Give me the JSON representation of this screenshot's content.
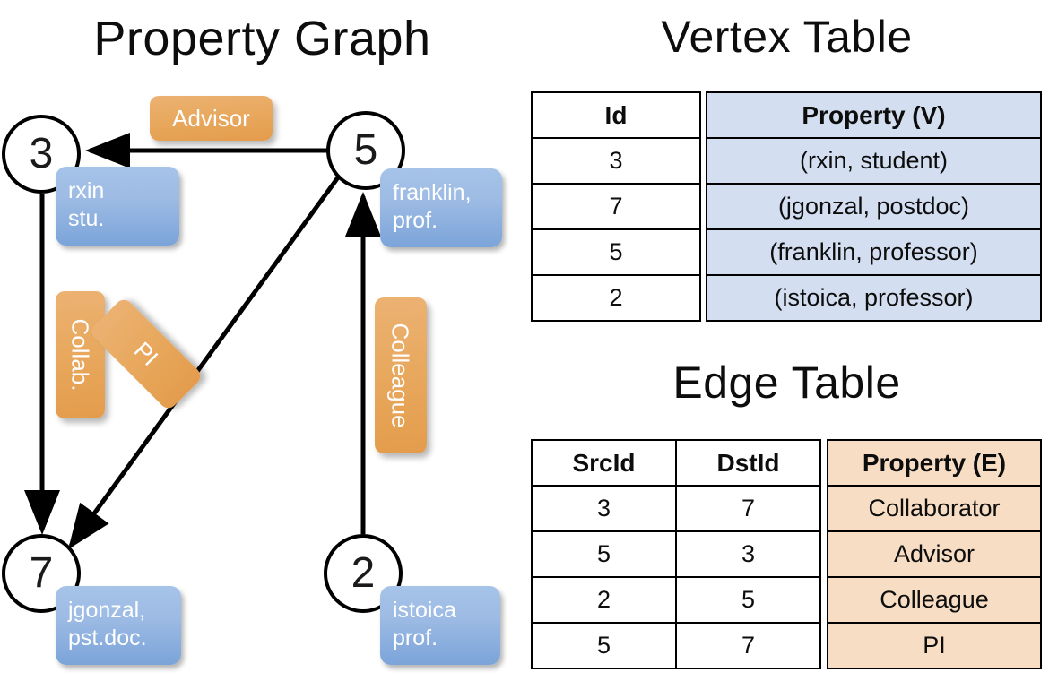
{
  "panels": {
    "graph_title": "Property Graph",
    "vertex_title": "Vertex Table",
    "edge_title": "Edge Table"
  },
  "graph": {
    "vertices": [
      {
        "id": "3",
        "property_label_line1": "rxin",
        "property_label_line2": "stu."
      },
      {
        "id": "5",
        "property_label_line1": "franklin,",
        "property_label_line2": "prof."
      },
      {
        "id": "7",
        "property_label_line1": "jgonzal,",
        "property_label_line2": "pst.doc."
      },
      {
        "id": "2",
        "property_label_line1": "istoica",
        "property_label_line2": "prof."
      }
    ],
    "edge_labels": {
      "advisor": "Advisor",
      "collab": "Collab.",
      "pi": "PI",
      "colleague": "Colleague"
    },
    "edges": [
      {
        "from": "5",
        "to": "3",
        "label": "Advisor"
      },
      {
        "from": "3",
        "to": "7",
        "label": "Collab."
      },
      {
        "from": "5",
        "to": "7",
        "label": "PI"
      },
      {
        "from": "2",
        "to": "5",
        "label": "Colleague"
      }
    ]
  },
  "vertex_table": {
    "headers": {
      "id": "Id",
      "property": "Property (V)"
    },
    "rows": [
      {
        "id": "3",
        "property": "(rxin, student)"
      },
      {
        "id": "7",
        "property": "(jgonzal, postdoc)"
      },
      {
        "id": "5",
        "property": "(franklin, professor)"
      },
      {
        "id": "2",
        "property": "(istoica, professor)"
      }
    ]
  },
  "edge_table": {
    "headers": {
      "src": "SrcId",
      "dst": "DstId",
      "property": "Property (E)"
    },
    "rows": [
      {
        "src": "3",
        "dst": "7",
        "property": "Collaborator"
      },
      {
        "src": "5",
        "dst": "3",
        "property": "Advisor"
      },
      {
        "src": "2",
        "dst": "5",
        "property": "Colleague"
      },
      {
        "src": "5",
        "dst": "7",
        "property": "PI"
      }
    ]
  },
  "colors": {
    "vertex_property_blue": "#9dbbe4",
    "edge_label_orange": "#e8a95f",
    "vertex_table_fill": "#d3def0",
    "edge_table_fill": "#f6ddc3",
    "stroke": "#000000"
  }
}
